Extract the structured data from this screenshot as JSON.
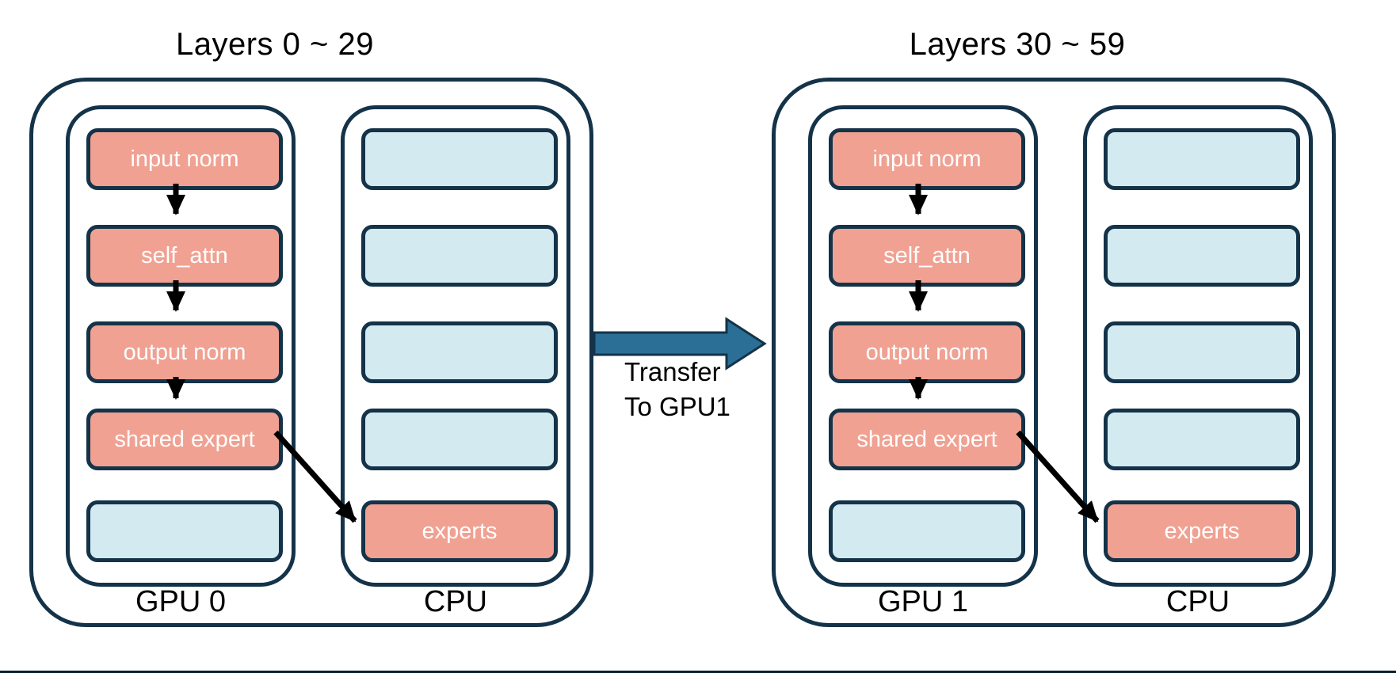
{
  "colors": {
    "navy": "#143349",
    "salmon": "#F0A192",
    "light_blue": "#D4EAF1",
    "arrow_blue": "#2B6F96",
    "arrow_black": "#000000",
    "bottom_edge": "#0A1E2B"
  },
  "left": {
    "title": "Layers 0 ~ 29",
    "gpu": {
      "label": "GPU 0",
      "blocks": {
        "b1": "input norm",
        "b2": "self_attn",
        "b3": "output norm",
        "b4": "shared expert"
      }
    },
    "cpu": {
      "label": "CPU",
      "expert_block": "experts"
    }
  },
  "right": {
    "title": "Layers 30 ~ 59",
    "gpu": {
      "label": "GPU 1",
      "blocks": {
        "b1": "input norm",
        "b2": "self_attn",
        "b3": "output norm",
        "b4": "shared expert"
      }
    },
    "cpu": {
      "label": "CPU",
      "expert_block": "experts"
    }
  },
  "transfer": {
    "line1": "Transfer",
    "line2": "To GPU1"
  }
}
